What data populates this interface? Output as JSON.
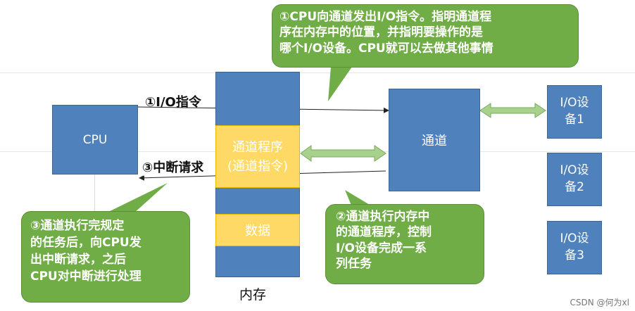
{
  "cpu": {
    "label": "CPU"
  },
  "channel": {
    "label": "通道"
  },
  "memory": {
    "label": "内存",
    "program_line1": "通道程序",
    "program_line2": "(通道指令)",
    "data_label": "数据"
  },
  "devices": [
    {
      "line1": "I/O设",
      "line2": "备1"
    },
    {
      "line1": "I/O设",
      "line2": "备2"
    },
    {
      "line1": "I/O设",
      "line2": "备3"
    }
  ],
  "arrows": {
    "io_instruction": "①I/O指令",
    "interrupt_request": "③中断请求"
  },
  "callouts": {
    "step1": [
      "①CPU向通道发出I/O指令。指明通道程",
      "序在内存中的位置，并指明要操作的是",
      "哪个I/O设备。CPU就可以去做其他事情"
    ],
    "step2": [
      "②通道执行内存中",
      "的通道程序，控制",
      "I/O设备完成一系",
      "列任务"
    ],
    "step3": [
      "③通道执行完规定",
      "的任务后，向CPU发",
      "出中断请求，之后",
      "CPU对中断进行处理"
    ]
  },
  "watermark": "CSDN @何为xl",
  "colors": {
    "blue": "#4f81bd",
    "yellow": "#ffd966",
    "green": "#70ad47",
    "double_arrow": "#a9d18e"
  }
}
